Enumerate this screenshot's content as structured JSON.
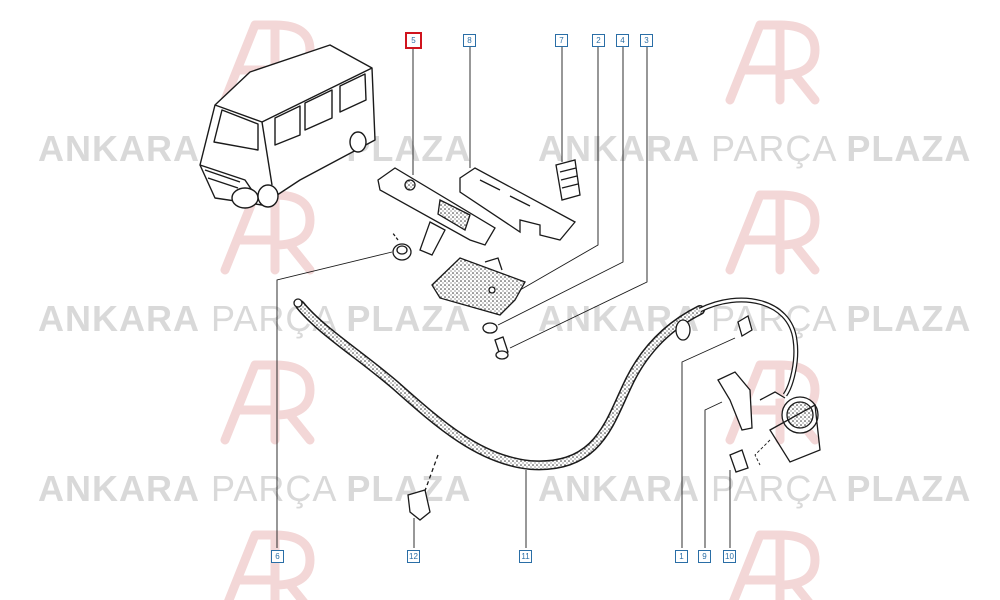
{
  "watermark": {
    "part1": "ANKARA",
    "part2": "PARÇA",
    "part3": "PLAZA"
  },
  "callouts": [
    {
      "id": "c5",
      "label": "5",
      "selected": true
    },
    {
      "id": "c8",
      "label": "8",
      "selected": false
    },
    {
      "id": "c7",
      "label": "7",
      "selected": false
    },
    {
      "id": "c2",
      "label": "2",
      "selected": false
    },
    {
      "id": "c4",
      "label": "4",
      "selected": false
    },
    {
      "id": "c3",
      "label": "3",
      "selected": false
    },
    {
      "id": "c6",
      "label": "6",
      "selected": false
    },
    {
      "id": "c12",
      "label": "12",
      "selected": false
    },
    {
      "id": "c11",
      "label": "11",
      "selected": false
    },
    {
      "id": "c1",
      "label": "1",
      "selected": false
    },
    {
      "id": "c9",
      "label": "9",
      "selected": false
    },
    {
      "id": "c10",
      "label": "10",
      "selected": false
    }
  ],
  "colors": {
    "line": "#1a1a1a",
    "callout": "#2a6ea6",
    "highlight": "#d0141e",
    "watermark": "#d9d9d9",
    "logo": "#f1d3d3"
  }
}
